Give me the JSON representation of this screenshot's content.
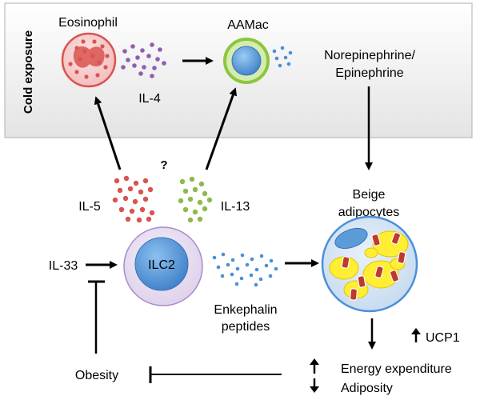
{
  "panel": {
    "side_label": "Cold exposure"
  },
  "cells": {
    "eosinophil": "Eosinophil",
    "aamac": "AAMac",
    "ilc2": "ILC2",
    "beige": [
      "Beige",
      "adipocytes"
    ]
  },
  "cytokines": {
    "il4": "IL-4",
    "il5": "IL-5",
    "il13": "IL-13",
    "il33": "IL-33",
    "unknown_mark": "?"
  },
  "signals": {
    "catecholamines": [
      "Norepinephrine/",
      "Epinephrine"
    ],
    "enkephalin": [
      "Enkephalin",
      "peptides"
    ]
  },
  "outcomes": {
    "ucp1": "UCP1",
    "energy_expenditure": "Energy expenditure",
    "adiposity": "Adiposity",
    "obesity": "Obesity"
  },
  "colors": {
    "eosinophil": "#d9534f",
    "il4_dots": "#8e5fb0",
    "il5_dots": "#d9534f",
    "il13_dots": "#8cba4f",
    "blue_dots": "#4a90d9",
    "aamac_ring": "#8cc63f",
    "ilc2_fill": "#4a90d9",
    "beige_fill": "#cfe0f0",
    "lipid": "#ffee33",
    "mito": "#c0392b"
  }
}
